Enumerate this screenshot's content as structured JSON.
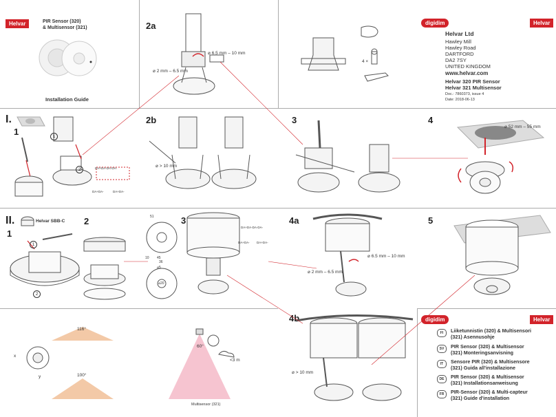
{
  "brand": {
    "helvar": "Helvar",
    "digidim": "digidim",
    "color": "#d2232a"
  },
  "cover": {
    "product_line1": "PIR Sensor (320)",
    "product_line2": "& Multisensor (321)",
    "guide": "Installation Guide"
  },
  "company": {
    "name": "Helvar Ltd",
    "address": [
      "Hawley Mill",
      "Hawley Road",
      "DARTFORD",
      "DA2 7SY",
      "UNITED KINGDOM"
    ],
    "web": "www.helvar.com",
    "title1": "Helvar 320 PIR Sensor",
    "title2": "Helvar 321 Multisensor",
    "doc": "Doc.: 7860373, issue 4",
    "date": "Date: 2018-06-13"
  },
  "parts": {
    "screws": "4 ×"
  },
  "section1": {
    "label": "I.",
    "steps": {
      "s1": "1",
      "s2a": "2a",
      "s2b": "2b",
      "s3": "3",
      "s4": "4"
    },
    "circle1": "1",
    "circle2": "2",
    "cable_top": "DA+DA-DA-DA-",
    "cable_bottom1": "DA+DA-",
    "cable_bottom2": "DA+DA-",
    "dia_cable": "⌀ 6.5 mm – 10 mm",
    "dia_small": "⌀ 2 mm – 6.5 mm",
    "dia_10": "⌀ > 10 mm",
    "hole": "⌀ 52 mm – 55 mm"
  },
  "section2": {
    "label": "II.",
    "sbb": "Helvar SBB-C",
    "steps": {
      "s1": "1",
      "s2": "2",
      "s3": "3",
      "s4a": "4a",
      "s4b": "4b",
      "s5": "5"
    },
    "circle1": "1",
    "circle2": "2",
    "dims": {
      "d51": "51",
      "d45": "45",
      "d10": "10",
      "d36": "36",
      "d20": "⌀20",
      "d5": "⌀5"
    },
    "cable_top": "DA+DA-DA-DA-",
    "cable_bottom1": "DA+DA-",
    "cable_bottom2": "DA+DA-",
    "dia_cable": "⌀ 6.5 mm – 10 mm",
    "dia_small": "⌀ 2 mm – 6.5 mm",
    "dia_10": "⌀ > 10 mm"
  },
  "detection": {
    "angle1": "116°",
    "angle2": "100°",
    "angle3": "60°",
    "x": "x",
    "y": "y",
    "height": "<3 m",
    "multisensor": "Multisensor (321)"
  },
  "languages": [
    {
      "code": "FI",
      "line1": "Liiketunnistin (320) & Multisensori",
      "line2": "(321) Asennusohje"
    },
    {
      "code": "SV",
      "line1": "PIR Sensor (320) & Multisensor",
      "line2": "(321) Monteringsanvisning"
    },
    {
      "code": "IT",
      "line1": "Sensore PIR (320) & Multisensore",
      "line2": "(321) Guida all'installazione"
    },
    {
      "code": "DE",
      "line1": "PIR Sensor (320) & Multisensor",
      "line2": "(321) Installationsanweisung"
    },
    {
      "code": "FR",
      "line1": "PIR-Sensor (320) & Multi-capteur",
      "line2": "(321) Guide d'installation"
    }
  ]
}
